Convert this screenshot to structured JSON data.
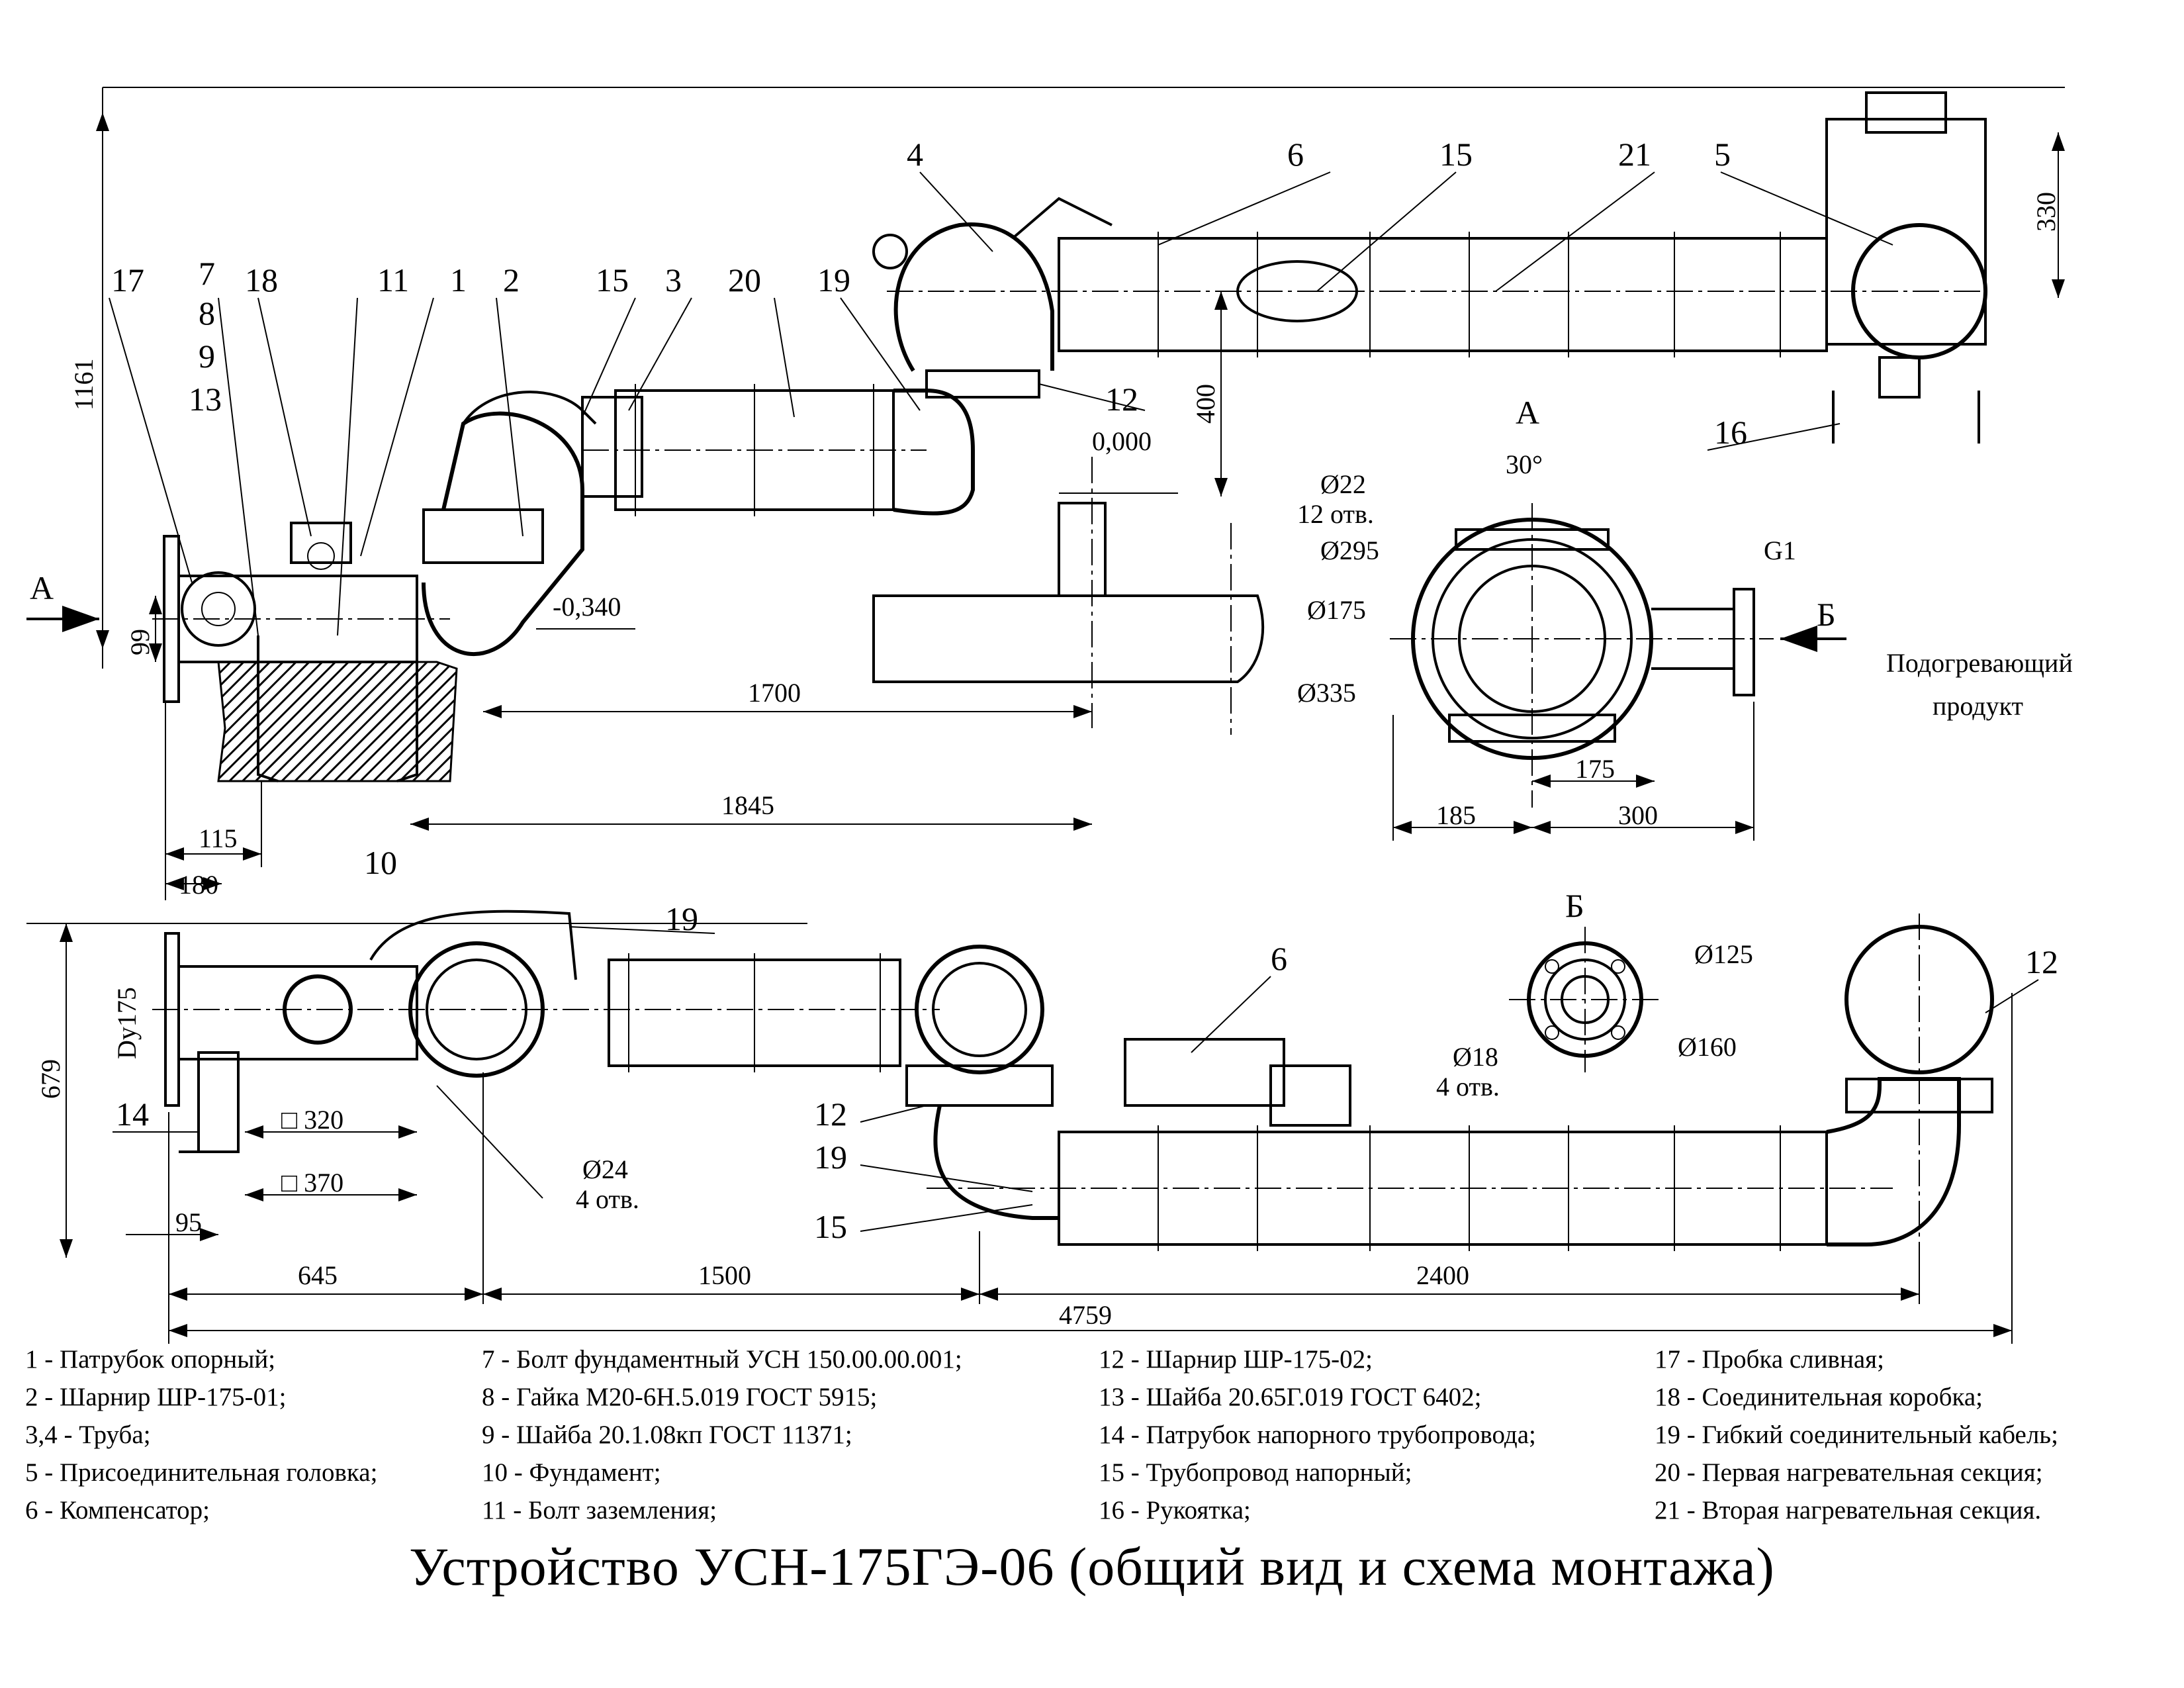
{
  "view_labels": {
    "A": "А",
    "B": "Б"
  },
  "callouts": {
    "top": [
      "17",
      "7",
      "8",
      "9",
      "13",
      "18",
      "11",
      "1",
      "2",
      "15",
      "3",
      "20",
      "19",
      "4",
      "6",
      "15",
      "21",
      "5",
      "12",
      "16"
    ],
    "bottom": [
      "19",
      "6",
      "12",
      "12",
      "19",
      "15",
      "14"
    ]
  },
  "dimensions": {
    "h1161": "1161",
    "h99": "99",
    "h400": "400",
    "h330": "330",
    "lvl0": "0,000",
    "lvl340": "-0,340",
    "d1700": "1700",
    "d1845": "1845",
    "d115": "115",
    "d180": "180",
    "d185": "185",
    "d300": "300",
    "d175": "175",
    "angle": "30°",
    "holes22": "Ø22",
    "holes22b": "12 отв.",
    "d295": "Ø295",
    "d175c": "Ø175",
    "d335": "Ø335",
    "thread": "G1",
    "h679": "679",
    "dy": "Dy175",
    "s320": "□ 320",
    "s370": "□ 370",
    "d24": "Ø24",
    "d24b": "4 отв.",
    "d95": "95",
    "d645": "645",
    "d1500": "1500",
    "d2400": "2400",
    "d4759": "4759",
    "d125": "Ø125",
    "d18": "Ø18",
    "d18b": "4 отв.",
    "d160": "Ø160"
  },
  "notes": {
    "product_1": "Подогревающий",
    "product_2": "продукт"
  },
  "legend": {
    "col1": [
      "1 - Патрубок опорный;",
      "2 - Шарнир ШР-175-01;",
      "3,4 - Труба;",
      "5 - Присоединительная головка;",
      "6 - Компенсатор;"
    ],
    "col2": [
      "7 - Болт фундаментный УСН 150.00.00.001;",
      "8 - Гайка М20-6Н.5.019 ГОСТ 5915;",
      "9 - Шайба 20.1.08кп ГОСТ 11371;",
      "10 - Фундамент;",
      "11 - Болт заземления;"
    ],
    "col3": [
      "12 - Шарнир ШР-175-02;",
      "13 - Шайба 20.65Г.019 ГОСТ 6402;",
      "14 - Патрубок напорного трубопровода;",
      "15 - Трубопровод напорный;",
      "16 - Рукоятка;"
    ],
    "col4": [
      "17 - Пробка сливная;",
      "18 - Соединительная коробка;",
      "19 - Гибкий соединительный кабель;",
      "20 - Первая нагревательная секция;",
      "21 - Вторая нагревательная секция."
    ]
  },
  "title": "Устройство УСН-175ГЭ-06 (общий вид и схема монтажа)"
}
